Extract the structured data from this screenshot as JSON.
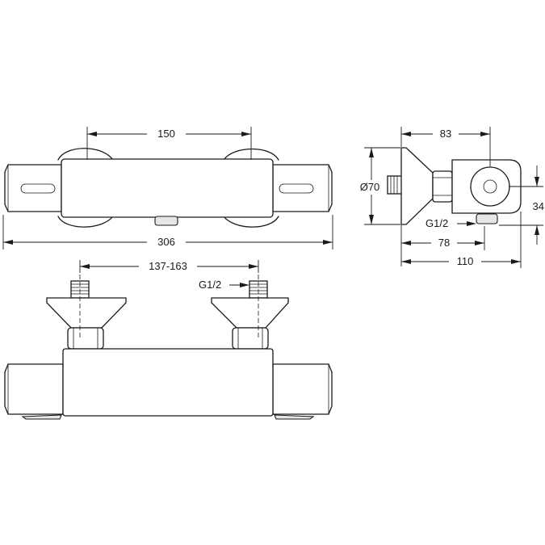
{
  "dimensions": {
    "top_centers": "150",
    "overall_length": "306",
    "inlet_centers": "137-163",
    "inlet_thread": "G1/2",
    "side_depth_top": "83",
    "flange_diameter": "Ø70",
    "side_height": "34",
    "outlet_thread": "G1/2",
    "outlet_offset": "78",
    "side_depth_total": "110"
  }
}
